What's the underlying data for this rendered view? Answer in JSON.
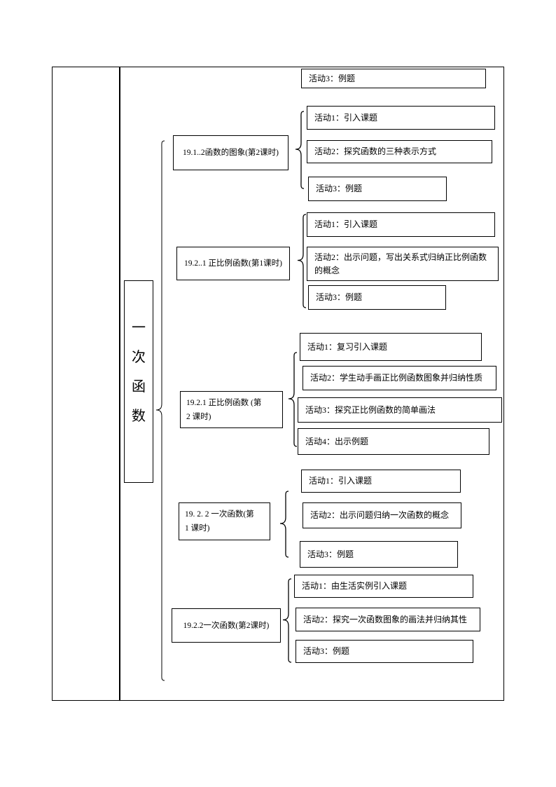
{
  "document": {
    "colors": {
      "line": "#000000",
      "background": "#ffffff",
      "text": "#000000"
    },
    "root_label": "一\n次\n函\n数",
    "orphan_activity": "活动3：例题",
    "groups": [
      {
        "title": "19.1..2函数的图象(第2课时)",
        "activities": [
          "活动1：引入课题",
          "活动2：探究函数的三种表示方式",
          "活动3：例题"
        ]
      },
      {
        "title": "19.2..1 正比例函数(第1课时)",
        "activities": [
          "活动1：引入课题",
          "活动2：出示问题，写出关系式归纳正比例函数的概念",
          "活动3：例题"
        ]
      },
      {
        "title": "19.2.1 正比例函数 (第\n2 课时)",
        "activities": [
          "活动1：复习引入课题",
          "活动2：学生动手画正比例函数图象并归纳性质",
          "活动3：探究正比例函数的简单画法",
          "活动4：出示例题"
        ]
      },
      {
        "title": "19. 2. 2 一次函数(第\n1 课时)",
        "activities": [
          "活动1：引入课题",
          "活动2：出示问题归纳一次函数的概念",
          "活动3：例题"
        ]
      },
      {
        "title": "19.2.2一次函数(第2课时)",
        "activities": [
          "活动1：由生活实例引入课题",
          "活动2：探究一次函数图象的画法并归纳其性",
          "活动3：例题"
        ]
      }
    ]
  }
}
